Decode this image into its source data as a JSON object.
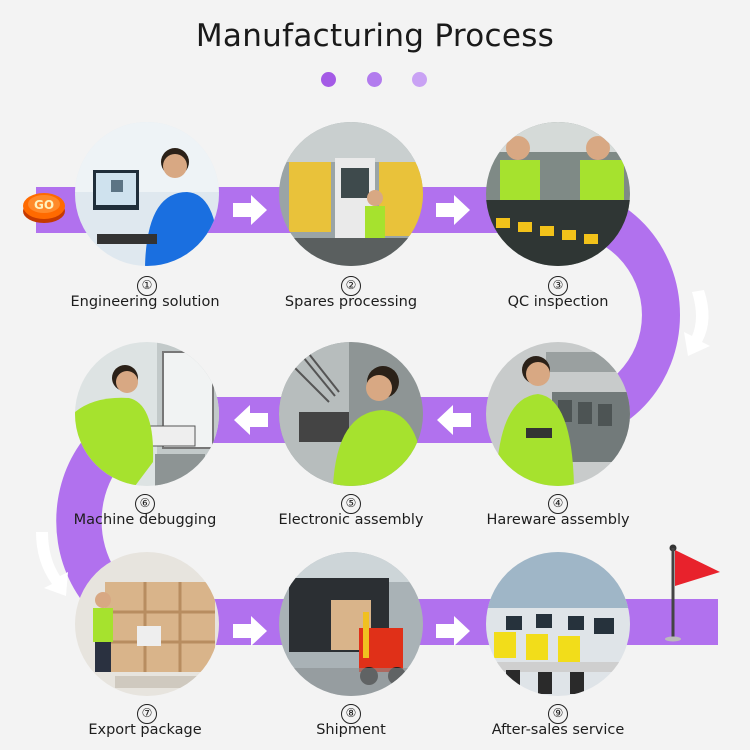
{
  "title": "Manufacturing Process",
  "colors": {
    "track": "#b171ee",
    "dot1": "#a45ae6",
    "dot2": "#b27bee",
    "dot3": "#c9a2f4",
    "go": "#ff6a00",
    "flag": "#e8222c"
  },
  "start_badge": "GO",
  "steps": [
    {
      "num": "①",
      "label": "Engineering solution"
    },
    {
      "num": "②",
      "label": "Spares processing"
    },
    {
      "num": "③",
      "label": "QC inspection"
    },
    {
      "num": "④",
      "label": "Hareware assembly"
    },
    {
      "num": "⑤",
      "label": "Electronic assembly"
    },
    {
      "num": "⑥",
      "label": "Machine debugging"
    },
    {
      "num": "⑦",
      "label": "Export package"
    },
    {
      "num": "⑧",
      "label": "Shipment"
    },
    {
      "num": "⑨",
      "label": "After-sales service"
    }
  ]
}
